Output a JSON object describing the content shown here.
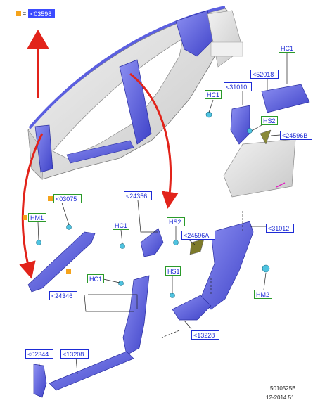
{
  "legend": {
    "equals": "=",
    "ref": "<03598"
  },
  "labels": {
    "hc1_top": "HC1",
    "p52018": "<52018",
    "p31010": "<31010",
    "hc1_mid": "HC1",
    "hs2_top": "HS2",
    "p24596b": "<24596B",
    "p03075": "<03075",
    "p24356": "<24356",
    "hm1": "HM1",
    "hc1_left": "HC1",
    "hs2_mid": "HS2",
    "p24596a": "<24596A",
    "p31012": "<31012",
    "hs1": "HS1",
    "hm2": "HM2",
    "hc1_low": "HC1",
    "p24346": "<24346",
    "p13228": "<13228",
    "p02344": "<02344",
    "p13208": "<13208"
  },
  "footer": {
    "code": "5010525B",
    "date": "12-2014 51"
  },
  "colors": {
    "part": "#5b5fe0",
    "arrow": "#e2231a",
    "body": "#e4e4e4",
    "marker": "#f5a31a",
    "label_border": "#1d2bd6",
    "label_green": "#2a9a2a",
    "highlight": "#3b4bff",
    "hook": "#e020c0"
  }
}
